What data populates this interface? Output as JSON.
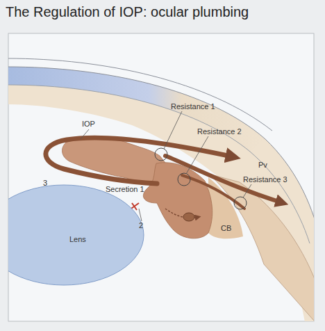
{
  "diagram": {
    "title": "The Regulation of IOP: ocular plumbing",
    "nodes": [
      {
        "text": [
          "Lens"
        ]
      }
    ],
    "labels": [
      "Resistance 1",
      "Resistance 2",
      "Pv",
      "Resistance 3",
      "IOP",
      "3",
      "Secretion 1",
      "2",
      "CB"
    ]
  }
}
